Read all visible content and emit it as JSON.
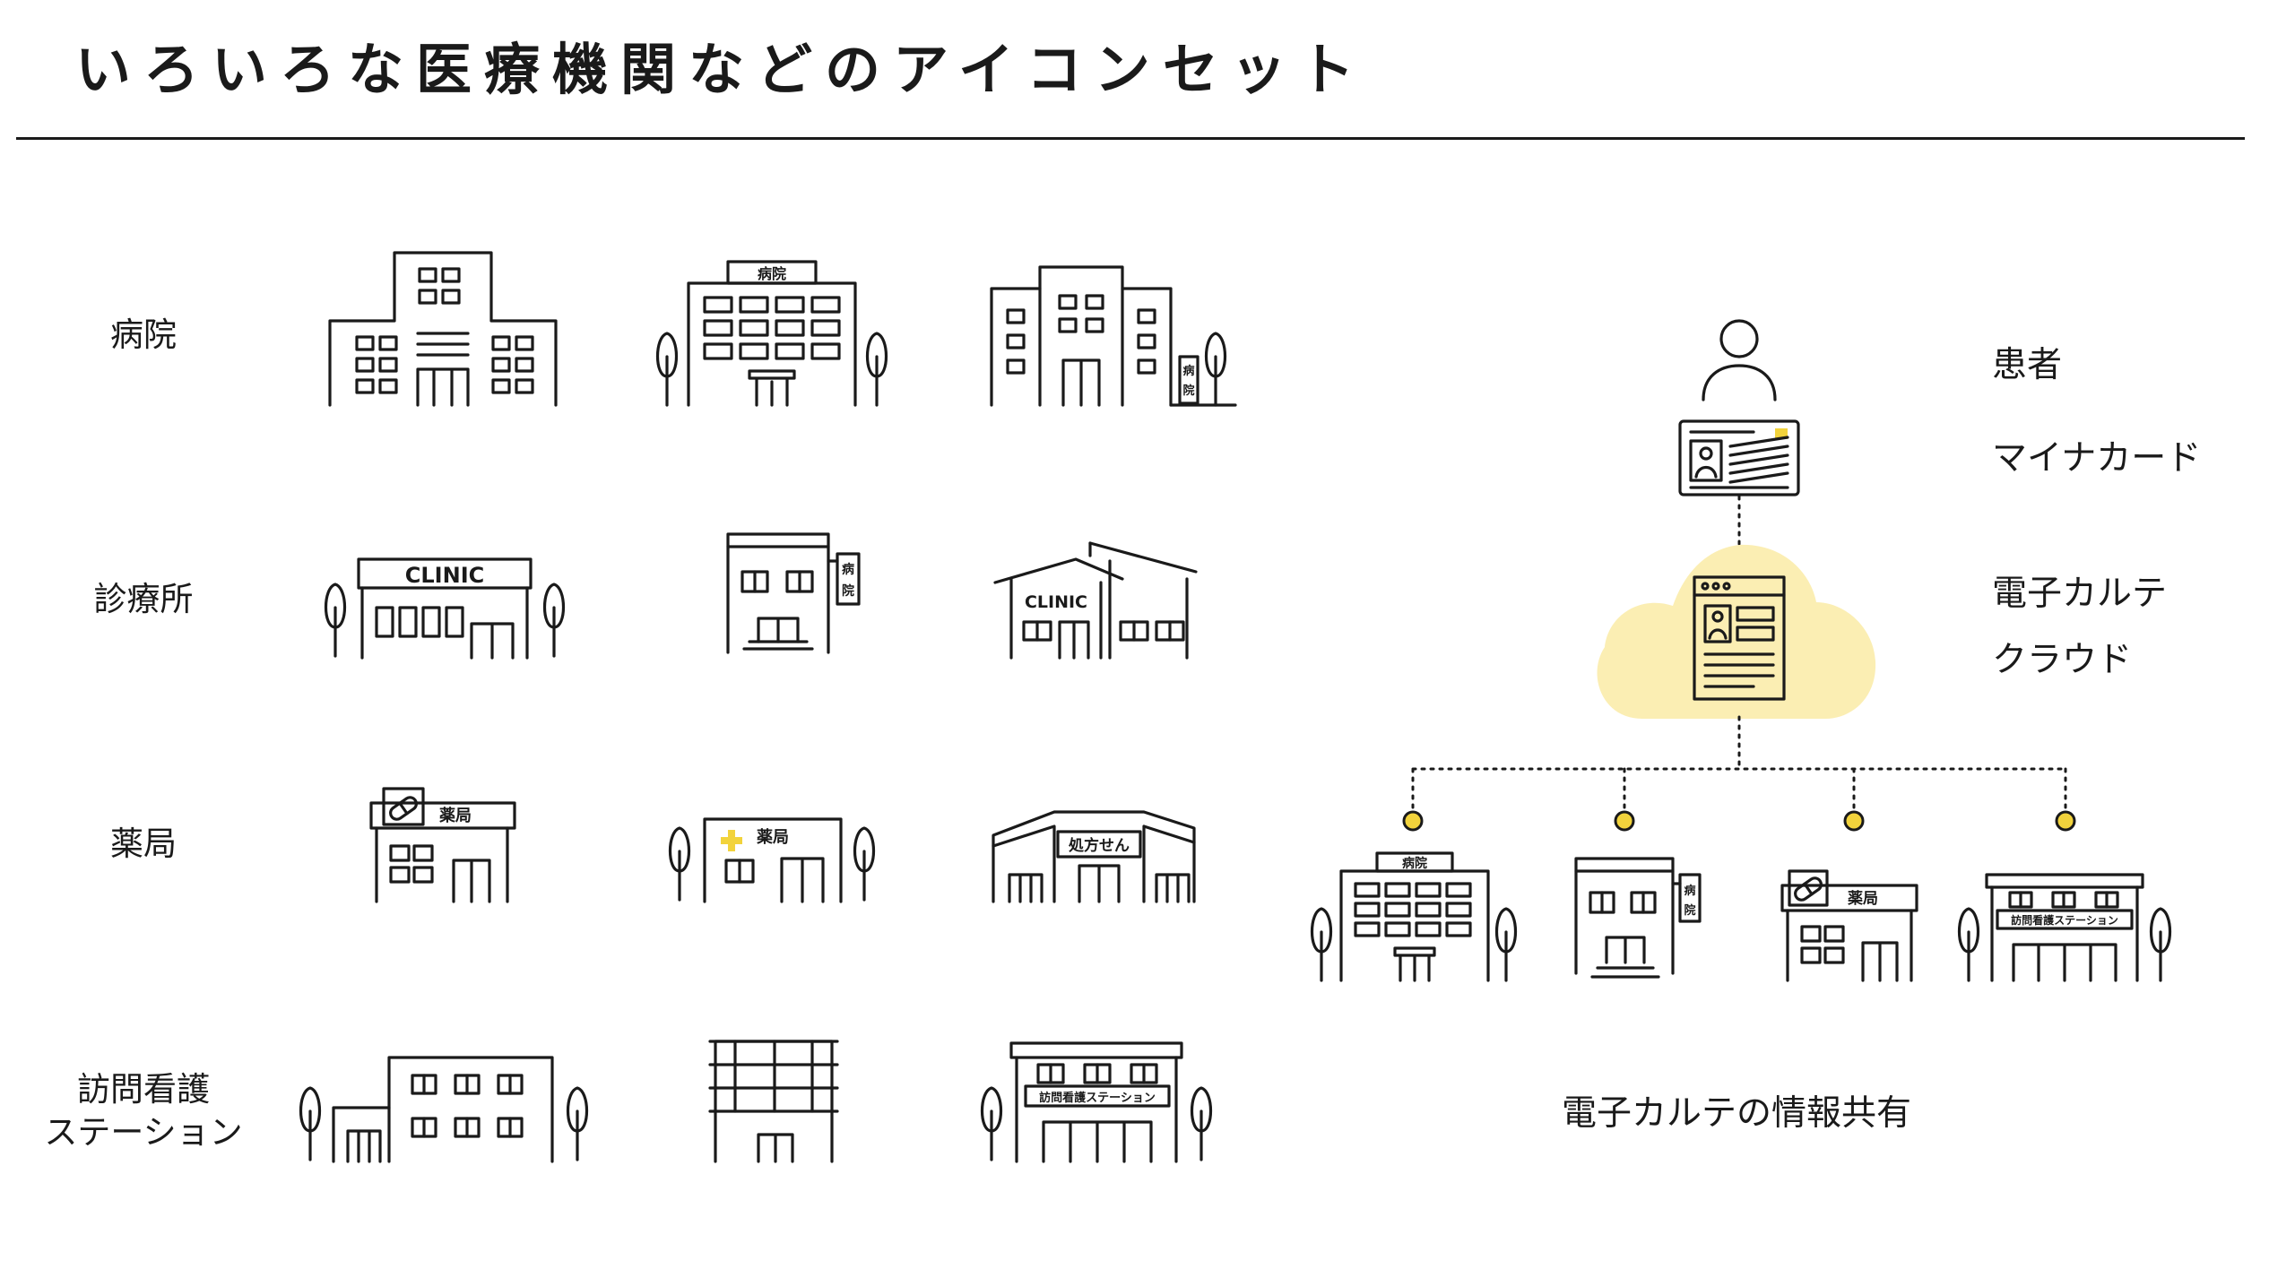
{
  "title": "いろいろな医療機関などのアイコンセット",
  "categories": {
    "hospital": "病院",
    "clinic": "診療所",
    "pharmacy": "薬局",
    "nursing_line1": "訪問看護",
    "nursing_line2": "ステーション"
  },
  "sign_labels": {
    "hospital": "病院",
    "clinic": "CLINIC",
    "pharmacy": "薬局",
    "prescription": "処方せん",
    "nursing_station": "訪問看護ステーション"
  },
  "right_labels": {
    "patient": "患者",
    "mynumber": "マイナカード",
    "ehr_line1": "電子カルテ",
    "ehr_line2": "クラウド"
  },
  "caption": "電子カルテの情報共有",
  "colors": {
    "ink": "#1a1a1a",
    "cloud": "#fbeeb3",
    "node": "#f2d33c"
  }
}
